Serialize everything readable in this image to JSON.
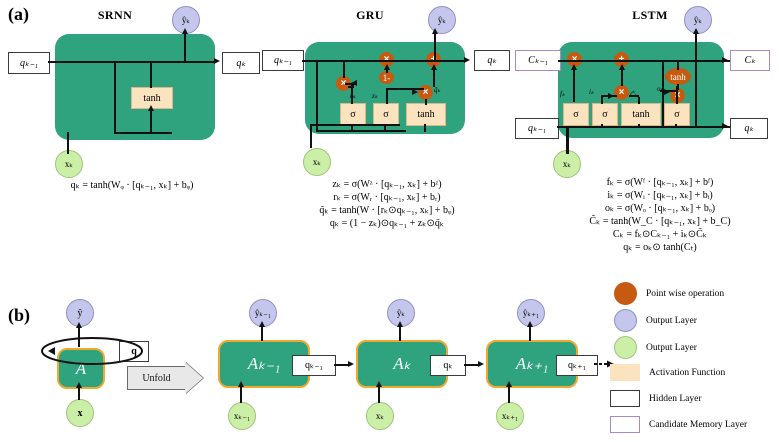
{
  "figure": {
    "panel_a_label": "(a)",
    "panel_b_label": "(b)"
  },
  "panels": {
    "srnn": {
      "title": "SRNN",
      "input_prev_state": "qₖ₋₁",
      "output_state": "qₖ",
      "output_node": "ŷₖ",
      "input_node": "xₖ",
      "activation": "tanh",
      "equations": [
        "qₖ = tanh(Wᵩ · [qₖ₋₁, xₖ] + bᵩ)"
      ]
    },
    "gru": {
      "title": "GRU",
      "input_prev_state": "qₖ₋₁",
      "output_state": "qₖ",
      "output_node": "ŷₖ",
      "input_node": "xₖ",
      "gates": [
        "rₖ",
        "zₖ",
        "q̃ₖ"
      ],
      "ops": [
        "×",
        "×",
        "+",
        "×",
        "1-"
      ],
      "activations": [
        "σ",
        "σ",
        "tanh"
      ],
      "equations": [
        "zₖ = σ(Wᶻ · [qₖ₋₁, xₖ] + bᶻ)",
        "rₖ = σ(Wᵣ · [qₖ₋₁, xₖ] + bᵣ)",
        "q̃ₖ = tanh(W · [rₖ⊙qₖ₋₁, xₖ] + bᵩ)",
        "qₖ = (1 − zₖ)⊙qₖ₋₁ + zₖ⊙q̃ₖ"
      ]
    },
    "lstm": {
      "title": "LSTM",
      "input_prev_cell": "Cₖ₋₁",
      "output_cell": "Cₖ",
      "input_prev_state": "qₖ₋₁",
      "output_state": "qₖ",
      "output_node": "ŷₖ",
      "input_node": "xₖ",
      "gates": [
        "fₖ",
        "iₖ",
        "C̃ₖ",
        "oₖ"
      ],
      "ops": [
        "×",
        "+",
        "×",
        "×"
      ],
      "activations": [
        "σ",
        "σ",
        "tanh",
        "σ",
        "tanh"
      ],
      "equations": [
        "fₖ = σ(Wᶠ · [qₖ₋₁, xₖ] + bᶠ)",
        "iₖ = σ(Wᵢ · [qₖ₋₁, xₖ] + bᵢ)",
        "oₖ = σ(Wₒ · [qₖ₋₁, xₖ] + bₒ)",
        "C̃ₖ = tanh(W_C · [qₖ₋₁, xₖ] + b_C)",
        "Cₖ = fₖ⊙Cₖ₋₁ + iₖ⊙C̃ₖ",
        "qₖ = oₖ⊙ tanh(Cₜ)"
      ]
    }
  },
  "unfold": {
    "folded": {
      "cell_label": "A",
      "output_node": "ŷ",
      "input_node": "x",
      "state_box": "q"
    },
    "arrow_label": "Unfold",
    "steps": [
      {
        "cell_label": "Aₖ₋₁",
        "output_node": "ŷₖ₋₁",
        "input_node": "xₖ₋₁",
        "state_box": "qₖ₋₁"
      },
      {
        "cell_label": "Aₖ",
        "output_node": "ŷₖ",
        "input_node": "xₖ",
        "state_box": "qₖ"
      },
      {
        "cell_label": "Aₖ₊₁",
        "output_node": "ŷₖ₊₁",
        "input_node": "xₖ₊₁",
        "state_box": "qₖ₊₁"
      }
    ]
  },
  "legend": {
    "items": [
      {
        "label": "Point wise operation",
        "shape": "circle",
        "fill": "#C65A11",
        "stroke": "#C65A11"
      },
      {
        "label": "Output Layer",
        "shape": "circle",
        "fill": "#C5C6EC",
        "stroke": "#8f90c9"
      },
      {
        "label": "Output Layer",
        "shape": "circle",
        "fill": "#CCEFA8",
        "stroke": "#9ec47a"
      },
      {
        "label": "Activation Function",
        "shape": "rect",
        "fill": "#FCE3C0",
        "stroke": "#FCE3C0"
      },
      {
        "label": "Hidden Layer",
        "shape": "rect",
        "fill": "#ffffff",
        "stroke": "#3b3b3b"
      },
      {
        "label": "Candidate Memory Layer",
        "shape": "rect",
        "fill": "#ffffff",
        "stroke": "#A88BC6"
      }
    ]
  },
  "colors": {
    "cell_teal": "#2EA37E",
    "pointwise_orange": "#C65A11",
    "output_purple": "#C5C6EC",
    "input_green": "#CCEFA8",
    "activation_peach": "#FCE3C0",
    "candidate_border": "#A88BC6",
    "unfold_cell_border": "#F0A830"
  }
}
